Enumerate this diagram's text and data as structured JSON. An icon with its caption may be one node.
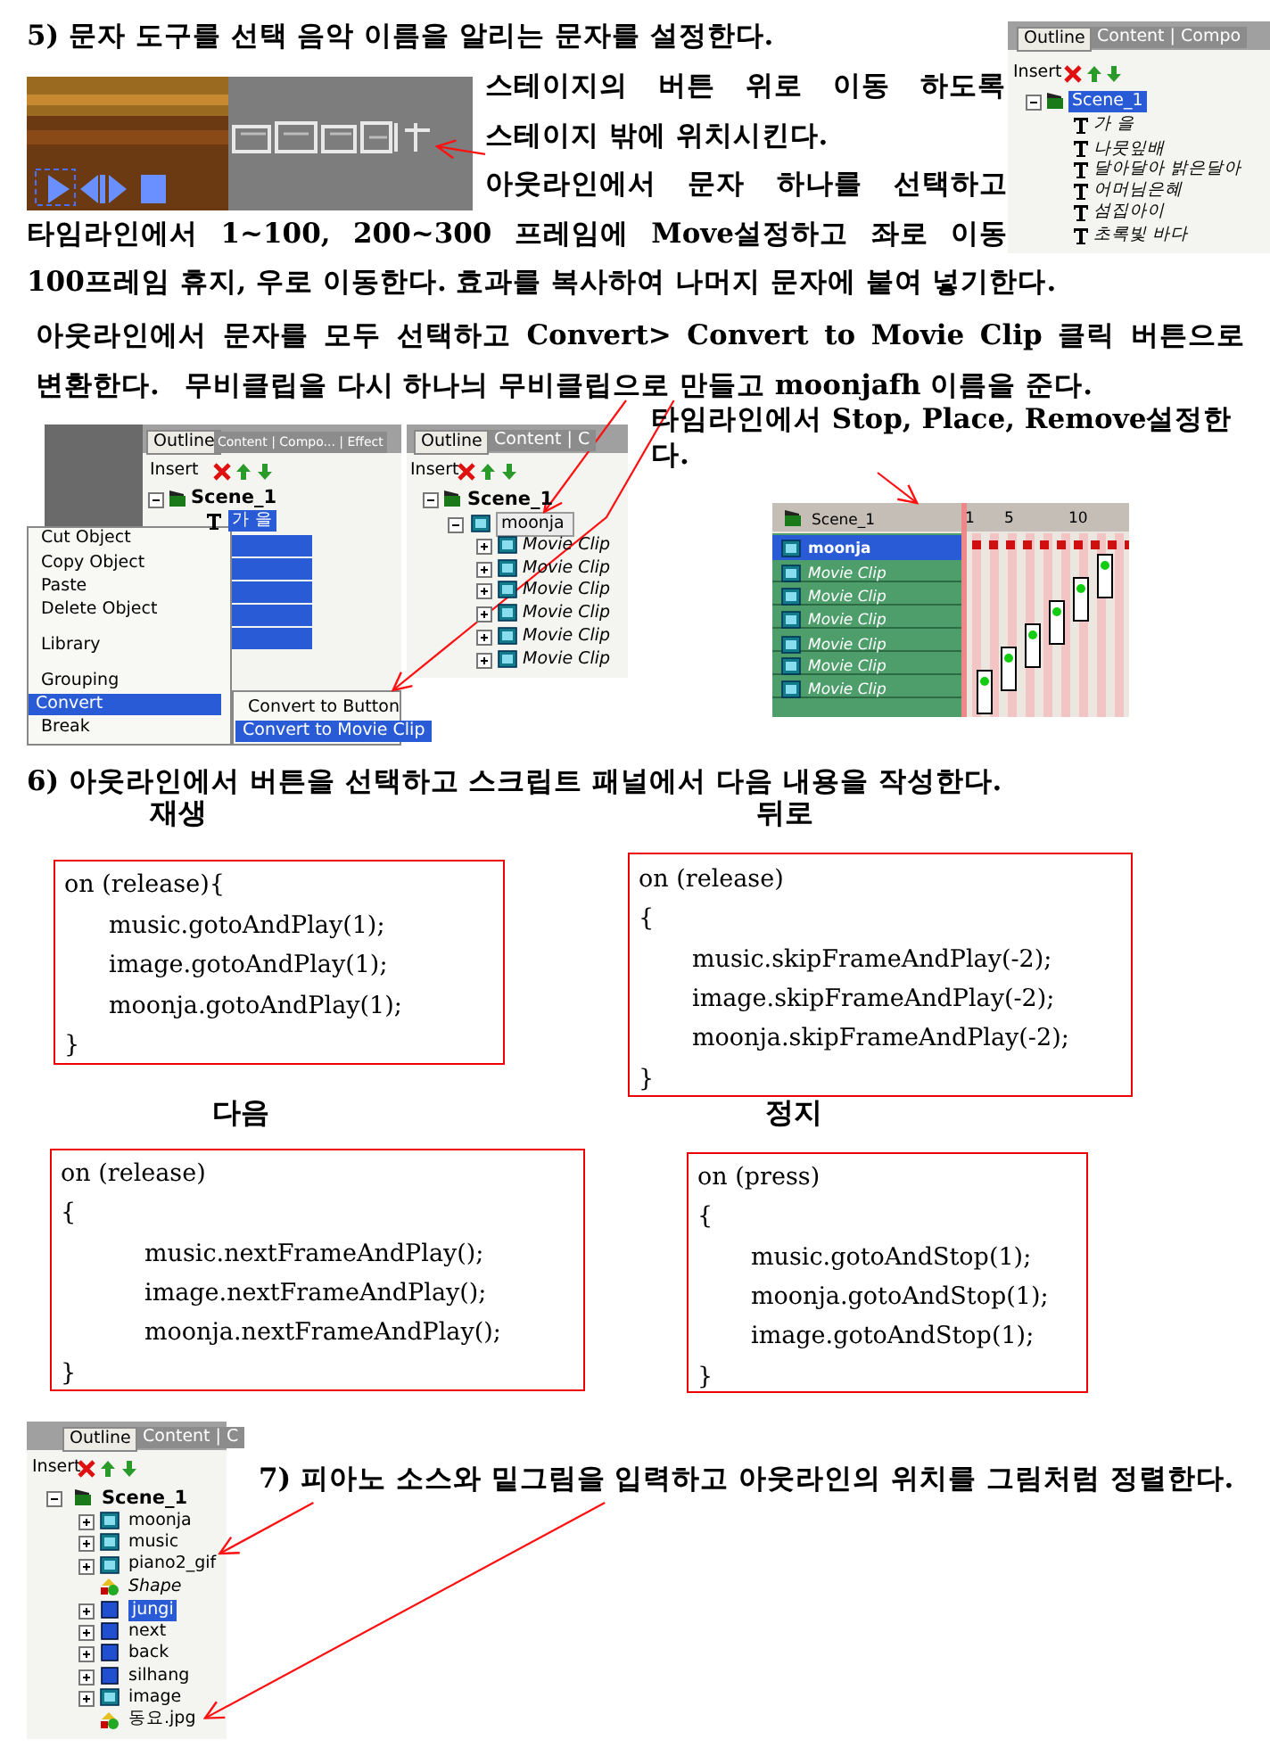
{
  "diagram": {
    "nodes": [
      {
        "text": [],
        "shape": "picture"
      },
      {
        "text": [],
        "shape": "picture",
        "in": 0
      },
      {
        "text": [
          "Outline",
          "Content | Compo",
          "Insert",
          "Scene_1",
          "가 을",
          "나뭇잎배",
          "달아달아 밝은달아",
          "어머님은혜",
          "섬집아이",
          "초록빛 바다"
        ]
      },
      {
        "text": [
          "스테이지의 버튼 위로 이동 하도록 스테이지 밖에 위치시킨다."
        ]
      },
      {
        "text": [
          "아웃라인에서 문자를 모두 선택하고 Convert> Convert to Movie Clip 클릭 버튼으로 변환한다."
        ]
      },
      {
        "text": [
          "무비클립을 다시 하나늬 무비클립으로 만들고 moonjafh 이름을 준다."
        ]
      },
      {
        "text": [
          "타임라인에서 Stop, Place, Remove설정한다."
        ]
      },
      {
        "text": [
          "Outline",
          "Content | Compo... | Effect",
          "Insert",
          "Scene_1",
          "가 을",
          "Cut Object",
          "Copy Object",
          "Paste",
          "Delete Object",
          "Library",
          "Grouping",
          "Convert",
          "Break"
        ]
      },
      {
        "text": [
          "Convert to Button",
          "Convert to Movie Clip"
        ],
        "in": 7
      },
      {
        "text": [
          "Outline",
          "Content | C",
          "Insert",
          "Scene_1",
          "Movie Clip",
          "Movie Clip",
          "Movie Clip",
          "Movie Clip",
          "Movie Clip",
          "Movie Clip"
        ]
      },
      {
        "text": [
          "moonja"
        ],
        "in": 9
      },
      {
        "text": [
          "Scene_1",
          "1",
          "5",
          "10",
          "moonja",
          "Movie Clip",
          "Movie Clip",
          "Movie Clip",
          "Movie Clip",
          "Movie Clip",
          "Movie Clip"
        ]
      },
      {
        "text": [
          "재생",
          "on (release){",
          "music.gotoAndPlay(1);",
          "image.gotoAndPlay(1);",
          "moonja.gotoAndPlay(1);",
          "}"
        ]
      },
      {
        "text": [
          "뒤로",
          "on (release)",
          "{",
          "music.skipFrameAndPlay(-2);",
          "image.skipFrameAndPlay(-2);",
          "moonja.skipFrameAndPlay(-2);",
          "}"
        ]
      },
      {
        "text": [
          "다음",
          "on (release)",
          "{",
          "music.nextFrameAndPlay();",
          "image.nextFrameAndPlay();",
          "moonja.nextFrameAndPlay();",
          "}"
        ]
      },
      {
        "text": [
          "정지",
          "on (press)",
          "{",
          "music.gotoAndStop(1);",
          "moonja.gotoAndStop(1);",
          "image.gotoAndStop(1);",
          "}"
        ]
      },
      {
        "text": [
          "Outline",
          "Content | C",
          "Insert",
          "Scene_1",
          "moonja",
          "music",
          "Shape",
          "jungi",
          "next",
          "back",
          "silhang",
          "image"
        ]
      },
      {
        "text": [
          "piano2_gif"
        ],
        "in": 16
      },
      {
        "text": [
          "동요.jpg"
        ],
        "in": 16
      },
      {
        "text": [
          "7) 피아노 소스와 밑그림을 입력하고 아웃라인의 위치를 그림처럼 정렬한다."
        ]
      }
    ],
    "edges": [
      {
        "from": 3,
        "to": 1,
        "arrow": "to"
      },
      {
        "from": 4,
        "to": 8,
        "arrow": "to"
      },
      {
        "from": 5,
        "to": 10,
        "arrow": "to"
      },
      {
        "from": 6,
        "to": 11,
        "arrow": "to"
      },
      {
        "from": 19,
        "to": 17,
        "arrow": "to"
      },
      {
        "from": 19,
        "to": 18,
        "arrow": "to"
      }
    ],
    "labels": [
      "5) 문자 도구를 선택 음악 이름을 알리는 문자를 설정한다.",
      "아웃라인에서 문자 하나를 선택하고 타임라인에서 1~100, 200~300 프레임에 Move설정하고 좌로 이동 100프레임 휴지, 우로 이동한다. 효과를 복사하여 나머지 문자에 붙여 넣기한다.",
      "6) 아웃라인에서 버튼을 선택하고 스크립트 패널에서 다음 내용을 작성한다."
    ]
  }
}
